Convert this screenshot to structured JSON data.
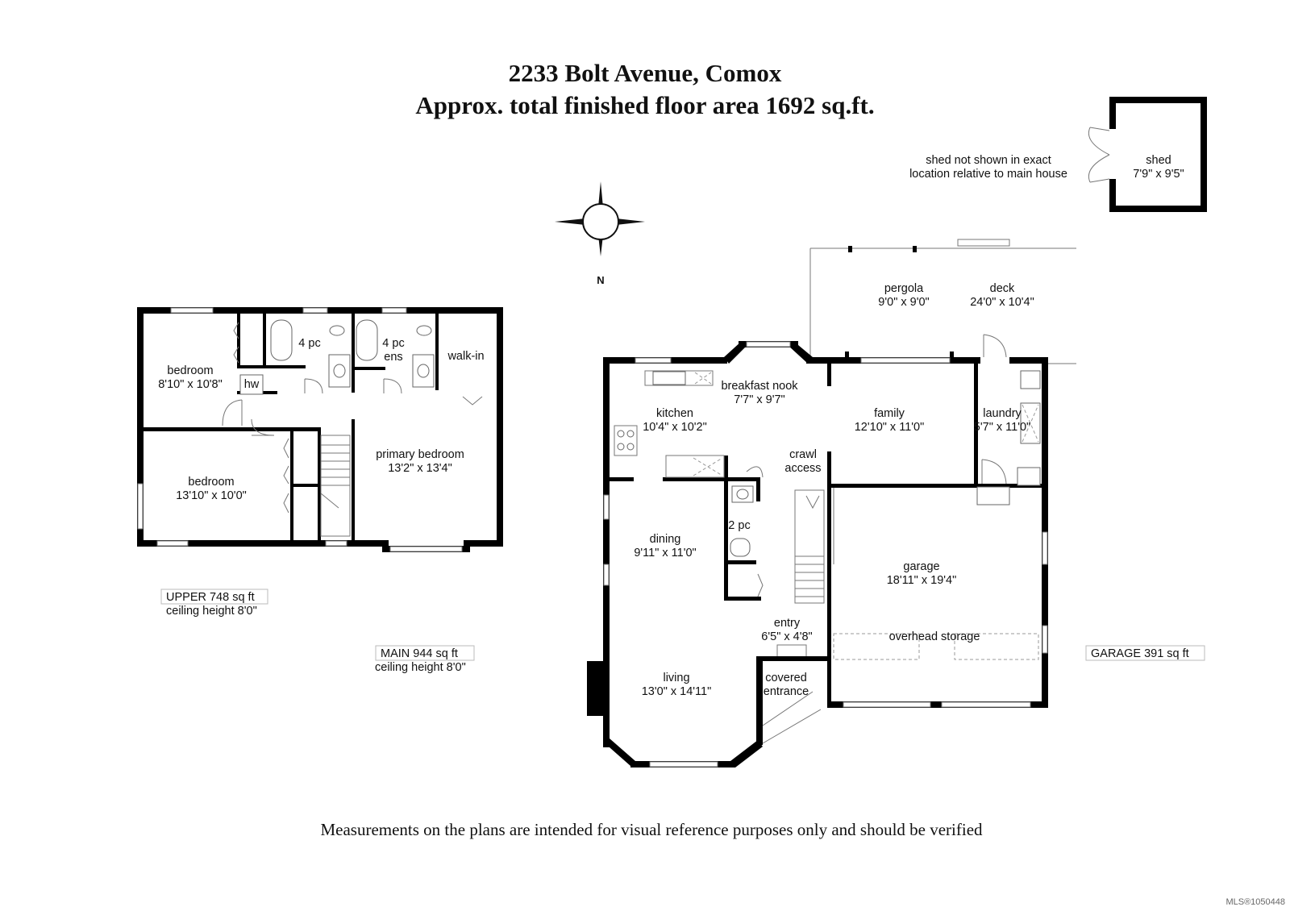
{
  "title": {
    "line1": "2233 Bolt Avenue, Comox",
    "line2": "Approx. total finished floor area 1692 sq.ft."
  },
  "compass": {
    "label": "N"
  },
  "shed": {
    "note_line1": "shed not shown in exact",
    "note_line2": "location relative to main house",
    "name": "shed",
    "dims": "7'9\" x 9'5\""
  },
  "upper_floor": {
    "rooms": [
      {
        "name": "bedroom",
        "dims": "8'10\" x 10'8\""
      },
      {
        "name": "4 pc",
        "dims": ""
      },
      {
        "name": "4 pc",
        "dims": "ens"
      },
      {
        "name": "walk-in",
        "dims": ""
      },
      {
        "name": "hw",
        "dims": ""
      },
      {
        "name": "bedroom",
        "dims": "13'10\" x 10'0\""
      },
      {
        "name": "primary bedroom",
        "dims": "13'2\" x 13'4\""
      }
    ],
    "info_line1": "UPPER  748 sq ft",
    "info_line2": "ceiling height 8'0\""
  },
  "main_floor": {
    "rooms": [
      {
        "name": "pergola",
        "dims": "9'0\" x 9'0\""
      },
      {
        "name": "deck",
        "dims": "24'0\" x 10'4\""
      },
      {
        "name": "breakfast nook",
        "dims": "7'7\" x 9'7\""
      },
      {
        "name": "kitchen",
        "dims": "10'4\" x 10'2\""
      },
      {
        "name": "family",
        "dims": "12'10\" x 11'0\""
      },
      {
        "name": "laundry",
        "dims": "5'7\" x 11'0\""
      },
      {
        "name": "crawl",
        "dims": "access"
      },
      {
        "name": "dining",
        "dims": "9'11\" x 11'0\""
      },
      {
        "name": "2 pc",
        "dims": ""
      },
      {
        "name": "garage",
        "dims": "18'11\" x 19'4\""
      },
      {
        "name": "entry",
        "dims": "6'5\" x 4'8\""
      },
      {
        "name": "overhead storage",
        "dims": ""
      },
      {
        "name": "living",
        "dims": "13'0\" x 14'11\""
      },
      {
        "name": "covered",
        "dims": "entrance"
      }
    ],
    "info_line1": "MAIN  944 sq ft",
    "info_line2": "ceiling height 8'0\""
  },
  "garage_info": "GARAGE  391 sq ft",
  "footer": "Measurements on the plans are intended for visual reference purposes only and should be verified",
  "watermark": "MLS®1050448"
}
